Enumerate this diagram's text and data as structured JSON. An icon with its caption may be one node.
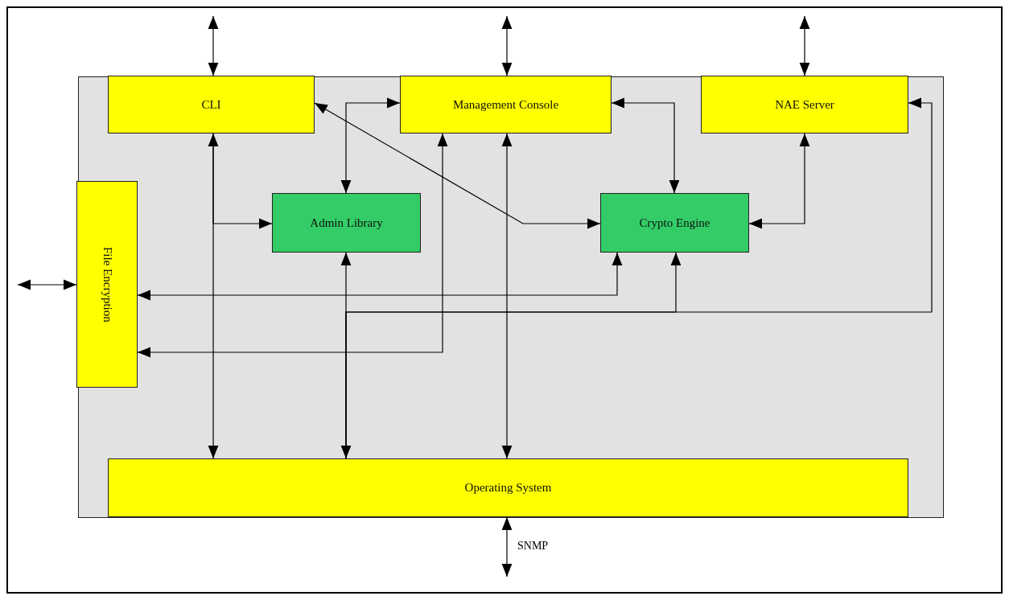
{
  "diagram": {
    "nodes": [
      {
        "text": [],
        "shape": "box"
      },
      {
        "text": [
          "CLI"
        ],
        "in": 0
      },
      {
        "text": [
          "Management Console"
        ],
        "in": 0
      },
      {
        "text": [
          "NAE Server"
        ],
        "in": 0
      },
      {
        "text": [
          "File Encryption"
        ],
        "in": 0
      },
      {
        "text": [
          "Admin Library"
        ],
        "in": 0
      },
      {
        "text": [
          "Crypto Engine"
        ],
        "in": 0
      },
      {
        "text": [
          "Operating System"
        ],
        "in": 0
      }
    ],
    "edges": [
      {
        "from": null,
        "to": 1,
        "arrow": "both"
      },
      {
        "from": null,
        "to": 2,
        "arrow": "both"
      },
      {
        "from": null,
        "to": 3,
        "arrow": "both"
      },
      {
        "from": null,
        "to": 4,
        "arrow": "both"
      },
      {
        "from": 7,
        "to": null,
        "arrow": "both",
        "label": "SNMP"
      },
      {
        "from": 1,
        "to": 7,
        "arrow": "both"
      },
      {
        "from": 1,
        "to": 5,
        "arrow": "to"
      },
      {
        "from": 2,
        "to": 5,
        "arrow": "both"
      },
      {
        "from": 1,
        "to": 6,
        "arrow": "both"
      },
      {
        "from": 2,
        "to": 6,
        "arrow": "both"
      },
      {
        "from": 3,
        "to": 6,
        "arrow": "both"
      },
      {
        "from": 2,
        "to": 7,
        "arrow": "both"
      },
      {
        "from": 2,
        "to": 4,
        "arrow": "both"
      },
      {
        "from": 6,
        "to": 4,
        "arrow": "both"
      },
      {
        "from": 5,
        "to": 7,
        "arrow": "both"
      },
      {
        "from": 7,
        "to": 6,
        "arrow": "to"
      },
      {
        "from": 7,
        "to": 3,
        "arrow": "to"
      }
    ]
  }
}
